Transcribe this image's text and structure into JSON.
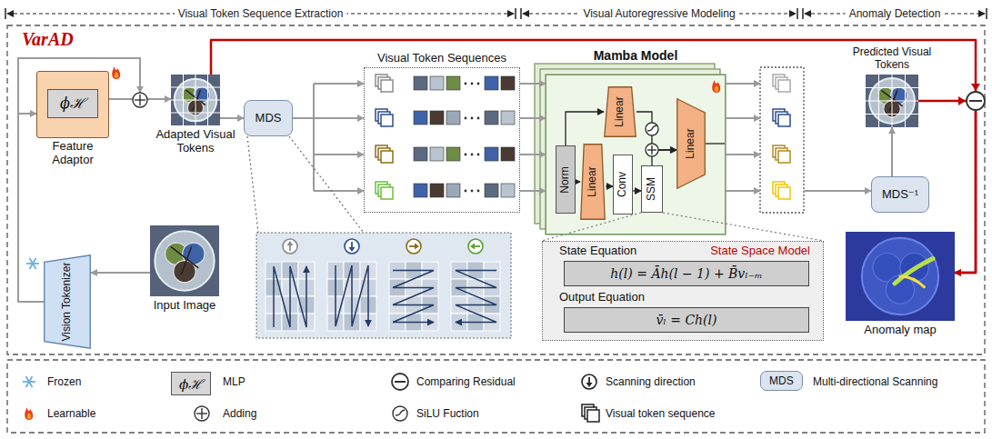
{
  "diagram": {
    "title": "VarAD",
    "nodes": [
      {
        "text": [
          "Feature Adaptor"
        ]
      },
      {
        "text": [
          "ϕℋ"
        ],
        "in": 0
      },
      {
        "text": [
          "Adapted Visual Tokens"
        ]
      },
      {
        "text": [
          "MDS"
        ]
      },
      {
        "text": [
          "Visual Token Sequences"
        ]
      },
      {
        "text": [
          "Mamba Model"
        ]
      },
      {
        "text": [
          "Norm"
        ],
        "in": 5
      },
      {
        "text": [
          "Linear"
        ],
        "in": 5
      },
      {
        "text": [
          "Linear"
        ],
        "in": 5
      },
      {
        "text": [
          "Conv"
        ],
        "in": 5
      },
      {
        "text": [
          "SSM"
        ],
        "in": 5
      },
      {
        "text": [
          "Linear"
        ],
        "in": 5
      },
      {
        "text": [
          "Predicted Visual Tokens"
        ]
      },
      {
        "text": [
          "MDS⁻¹"
        ]
      },
      {
        "text": [
          "Vision Tokenizer"
        ]
      },
      {
        "text": [
          "Input Image"
        ]
      },
      {
        "text": [
          "State Equation",
          "State Space Model",
          "Output Equation"
        ]
      },
      {
        "text": [
          "h(l) = Āh(l − 1) + B̄vₗ₋ₘ"
        ],
        "in": 16
      },
      {
        "text": [
          "v̄ₗ = Ch(l)"
        ],
        "in": 16
      },
      {
        "text": [
          "Anomaly map"
        ]
      }
    ],
    "edges": [
      {
        "from": 14,
        "to": 0,
        "arrow": "to"
      },
      {
        "from": 0,
        "to": 2,
        "arrow": "to"
      },
      {
        "from": 2,
        "to": 3,
        "arrow": "to"
      },
      {
        "from": 3,
        "to": 4,
        "arrow": "to"
      },
      {
        "from": 4,
        "to": 5,
        "arrow": "to"
      },
      {
        "from": 6,
        "to": 8,
        "arrow": "to"
      },
      {
        "from": 6,
        "to": 7,
        "arrow": "to"
      },
      {
        "from": 8,
        "to": 9,
        "arrow": "to"
      },
      {
        "from": 9,
        "to": 10,
        "arrow": "to"
      },
      {
        "from": 10,
        "to": 11,
        "arrow": "to"
      },
      {
        "from": 7,
        "to": 11,
        "arrow": "to"
      },
      {
        "from": 10,
        "to": 16,
        "arrow": "none"
      },
      {
        "from": 13,
        "to": 12,
        "arrow": "to"
      },
      {
        "from": 2,
        "to": 19,
        "arrow": "to"
      },
      {
        "from": 12,
        "to": 19,
        "arrow": "to"
      },
      {
        "from": 15,
        "to": 14,
        "arrow": "to"
      }
    ],
    "labels": [
      "Visual Token Sequence Extraction",
      "Visual Autoregressive Modeling",
      "Anomaly Detection",
      "ϕℋ",
      "MDS"
    ],
    "legend": [
      {
        "text": "Frozen"
      },
      {
        "text": "MLP"
      },
      {
        "text": "Comparing Residual"
      },
      {
        "text": "Scanning direction"
      },
      {
        "text": "Multi-directional Scanning"
      },
      {
        "text": "Learnable"
      },
      {
        "text": "Adding"
      },
      {
        "text": "SiLU Fuction"
      },
      {
        "text": "Visual token sequence"
      }
    ]
  }
}
